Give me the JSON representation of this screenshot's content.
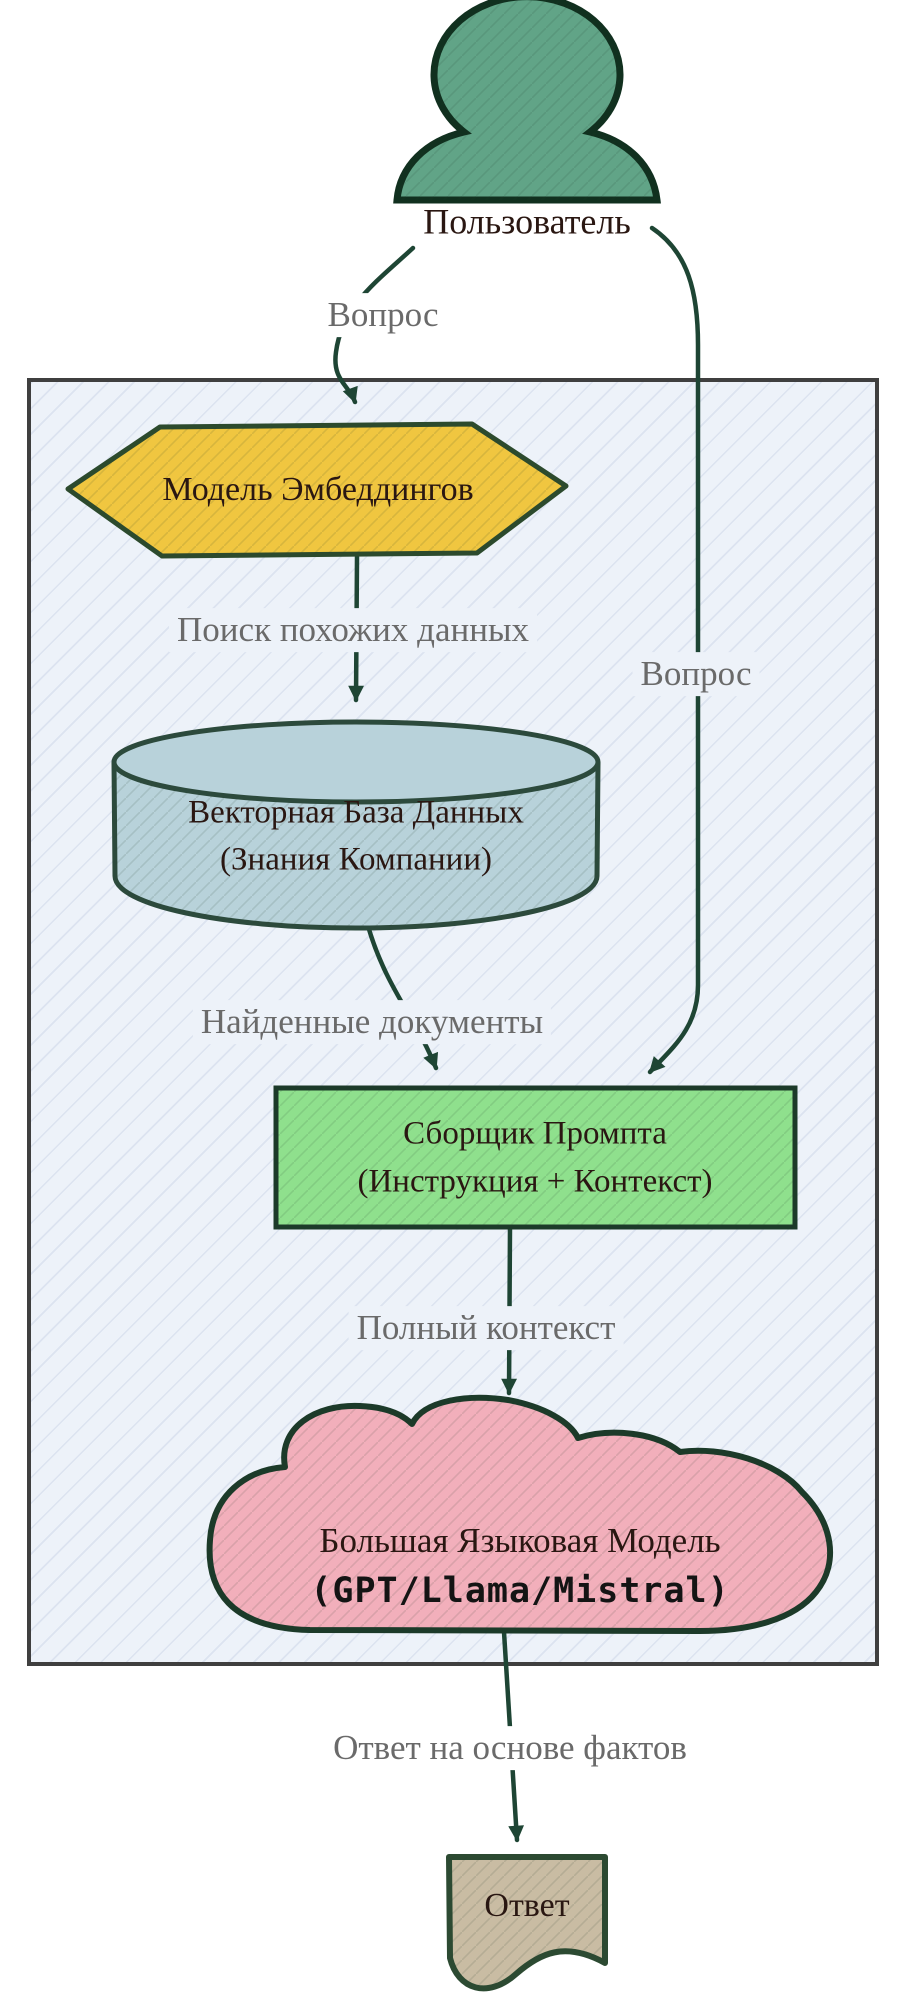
{
  "diagram": {
    "nodes": {
      "user": {
        "label": "Пользователь"
      },
      "embedding": {
        "label": "Модель Эмбеддингов"
      },
      "vectordb": {
        "line1": "Векторная База Данных",
        "line2": "(Знания Компании)"
      },
      "assembler": {
        "line1": "Сборщик Промпта",
        "line2": "(Инструкция + Контекст)"
      },
      "llm": {
        "line1": "Большая Языковая Модель",
        "line2": "(GPT/Llama/Mistral)"
      },
      "answer": {
        "label": "Ответ"
      }
    },
    "edges": {
      "question_left": {
        "label": "Вопрос"
      },
      "question_right": {
        "label": "Вопрос"
      },
      "similar_search": {
        "label": "Поиск похожих данных"
      },
      "found_docs": {
        "label": "Найденные документы"
      },
      "full_context": {
        "label": "Полный контекст"
      },
      "fact_answer": {
        "label": "Ответ на основе фактов"
      }
    }
  },
  "colors": {
    "user_fill": "#61a487",
    "user_stroke": "#11301f",
    "hex_fill": "#f0c640",
    "hex_stroke": "#2c4a2d",
    "db_fill": "#b8d2da",
    "db_stroke": "#2c4a3c",
    "asm_fill": "#8fe08d",
    "asm_stroke": "#1c3a29",
    "llm_fill": "#f2afbb",
    "llm_stroke": "#1c3a29",
    "doc_fill": "#c9bca3",
    "doc_stroke": "#2c4a32",
    "box_fill": "#edf2f9",
    "box_border": "#3f3f3f",
    "arrow": "#1e4534",
    "label_gray": "#6a6a6a",
    "text_dark": "#2a1712"
  }
}
